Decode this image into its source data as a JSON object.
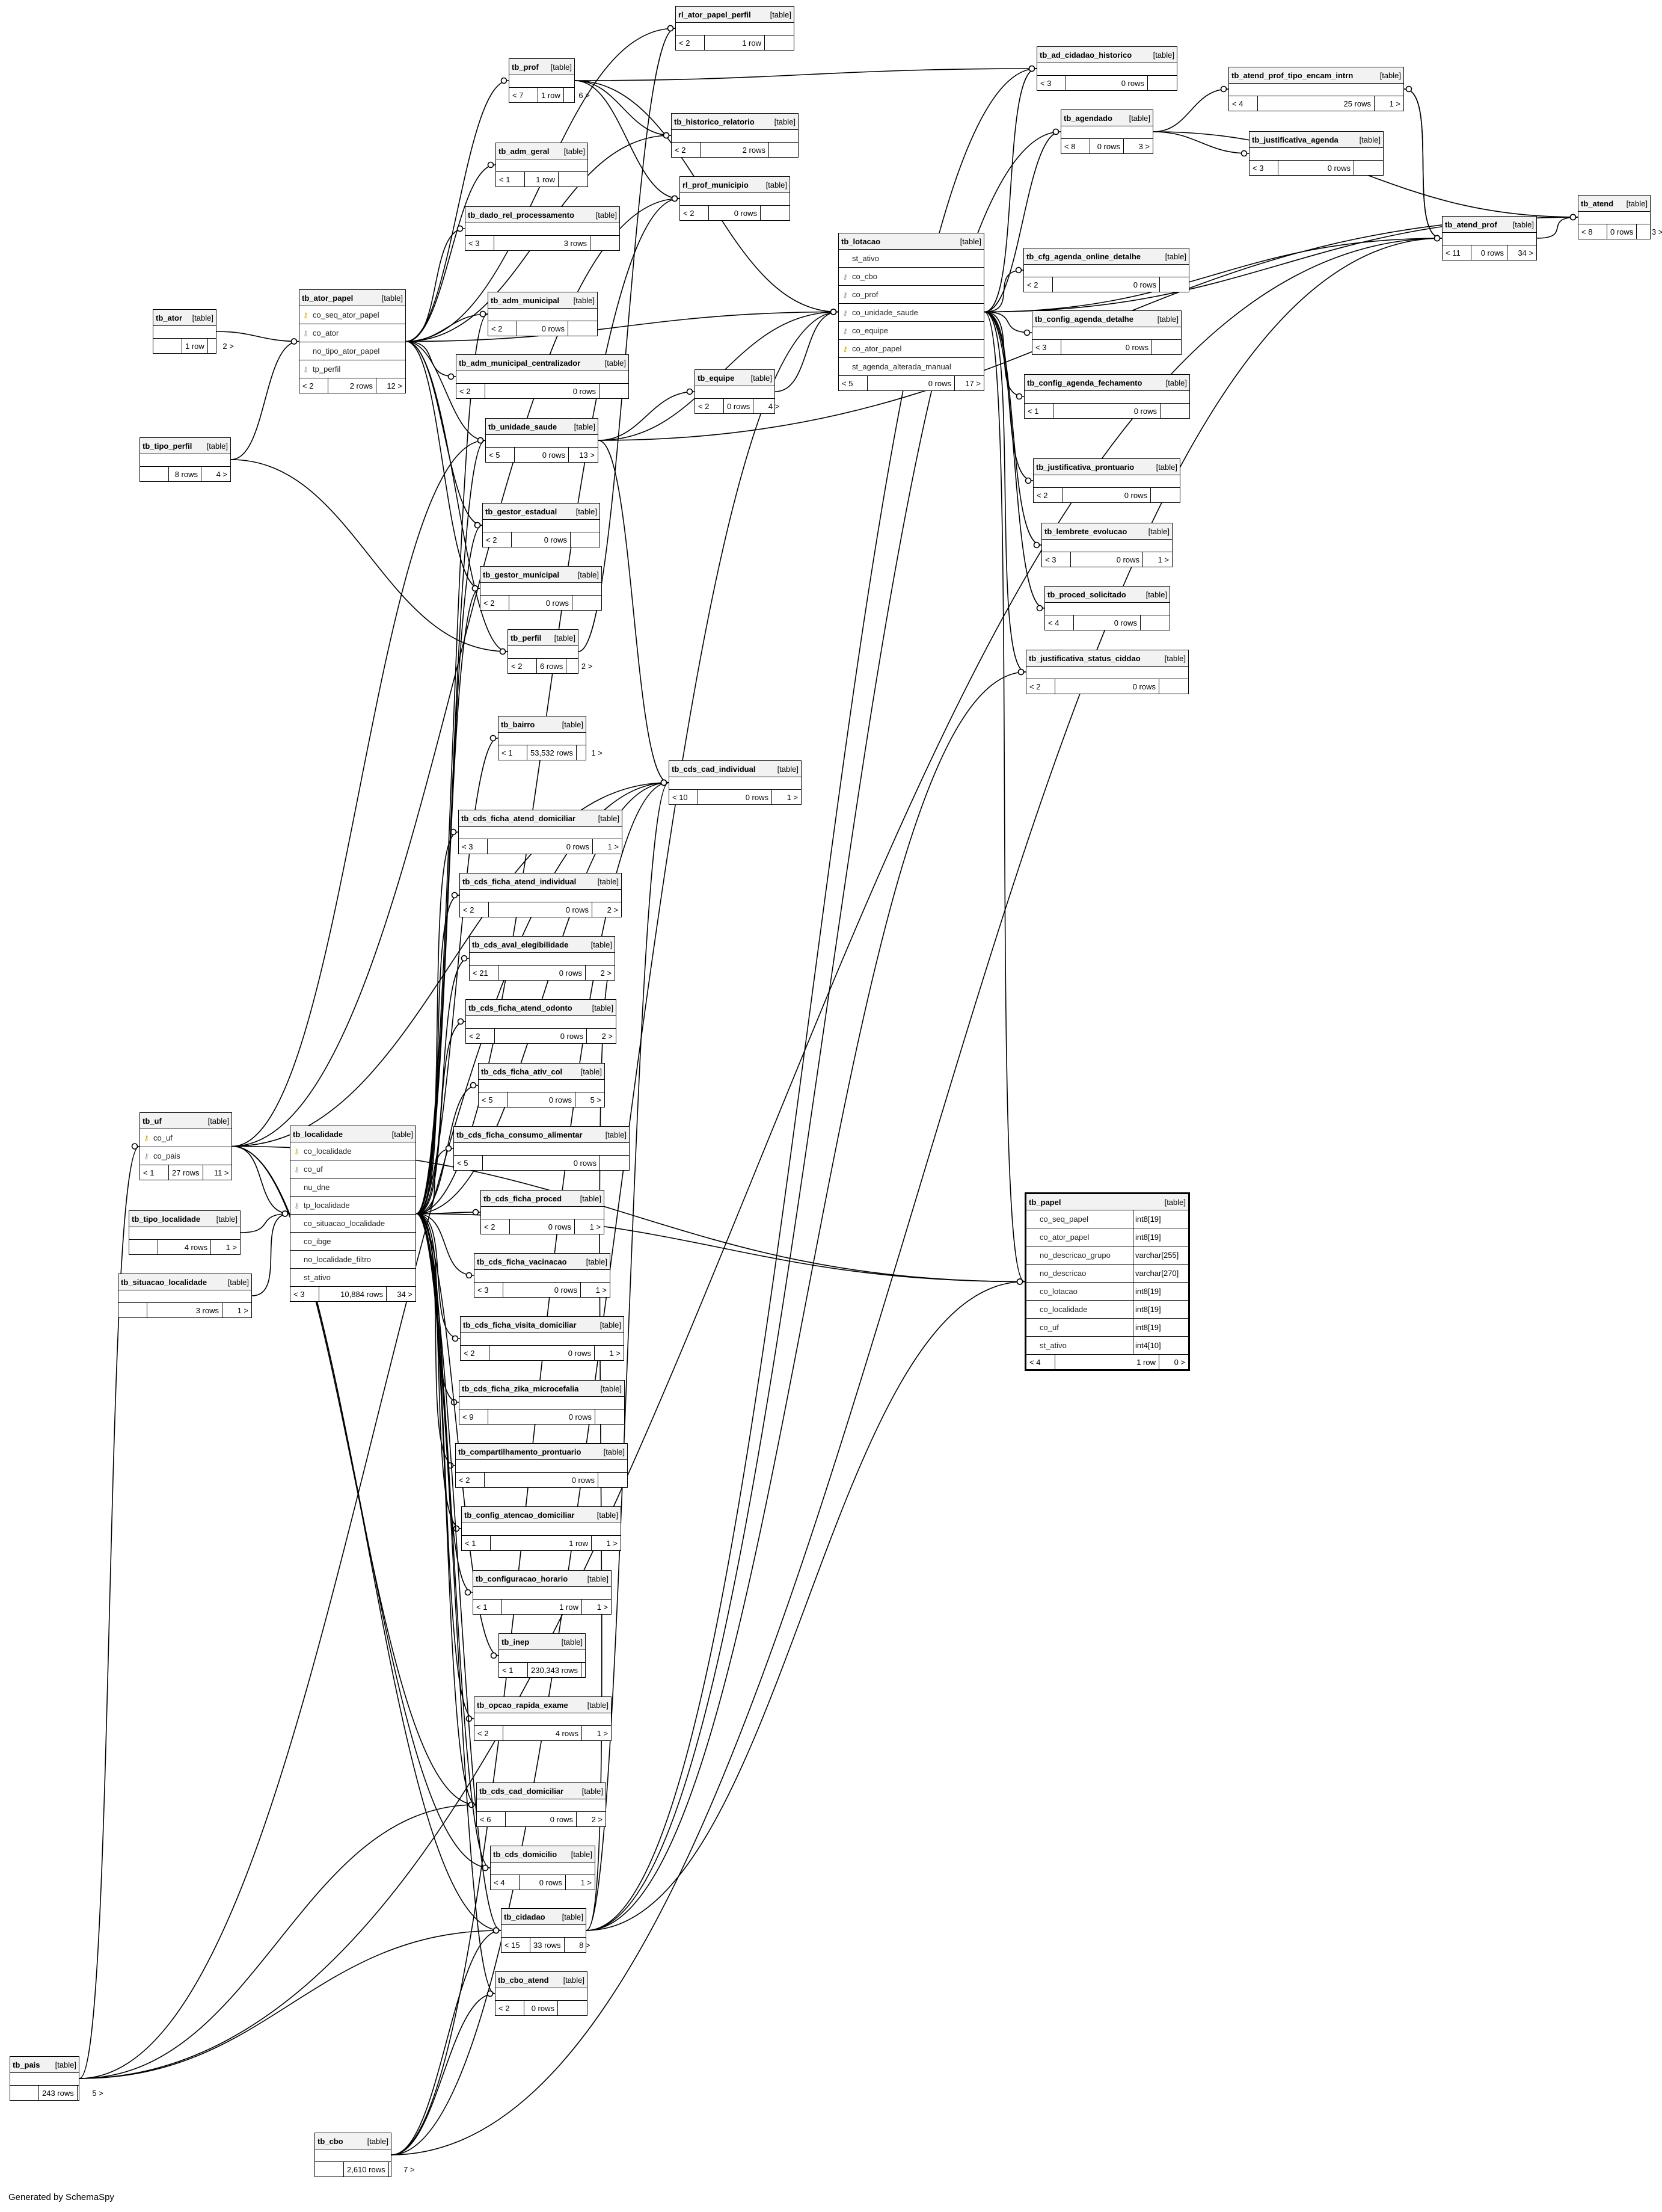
{
  "footer": "Generated by SchemaSpy",
  "kind_label": "[table]",
  "tables": [
    {
      "id": "tb_ator",
      "name": "tb_ator",
      "left": "",
      "rows": "1 row",
      "right": "2 >"
    },
    {
      "id": "tb_tipo_perfil",
      "name": "tb_tipo_perfil",
      "left": "",
      "rows": "8 rows",
      "right": "4 >"
    },
    {
      "id": "tb_ator_papel",
      "name": "tb_ator_papel",
      "left": "< 2",
      "rows": "2 rows",
      "right": "12 >",
      "columns": [
        {
          "name": "co_seq_ator_papel",
          "key": "pk"
        },
        {
          "name": "co_ator",
          "key": "fk"
        },
        {
          "name": "no_tipo_ator_papel",
          "key": ""
        },
        {
          "name": "tp_perfil",
          "key": "fk"
        }
      ]
    },
    {
      "id": "rl_ator_papel_perfil",
      "name": "rl_ator_papel_perfil",
      "left": "< 2",
      "rows": "1 row",
      "right": ""
    },
    {
      "id": "tb_prof",
      "name": "tb_prof",
      "left": "< 7",
      "rows": "1 row",
      "right": "6 >"
    },
    {
      "id": "tb_adm_geral",
      "name": "tb_adm_geral",
      "left": "< 1",
      "rows": "1 row",
      "right": ""
    },
    {
      "id": "tb_historico_relatorio",
      "name": "tb_historico_relatorio",
      "left": "< 2",
      "rows": "2 rows",
      "right": ""
    },
    {
      "id": "rl_prof_municipio",
      "name": "rl_prof_municipio",
      "left": "< 2",
      "rows": "0 rows",
      "right": ""
    },
    {
      "id": "tb_dado_rel_processamento",
      "name": "tb_dado_rel_processamento",
      "left": "< 3",
      "rows": "3 rows",
      "right": ""
    },
    {
      "id": "tb_adm_municipal",
      "name": "tb_adm_municipal",
      "left": "< 2",
      "rows": "0 rows",
      "right": ""
    },
    {
      "id": "tb_adm_municipal_centralizador",
      "name": "tb_adm_municipal_centralizador",
      "left": "< 2",
      "rows": "0 rows",
      "right": ""
    },
    {
      "id": "tb_equipe",
      "name": "tb_equipe",
      "left": "< 2",
      "rows": "0 rows",
      "right": "4 >"
    },
    {
      "id": "tb_unidade_saude",
      "name": "tb_unidade_saude",
      "left": "< 5",
      "rows": "0 rows",
      "right": "13 >"
    },
    {
      "id": "tb_gestor_estadual",
      "name": "tb_gestor_estadual",
      "left": "< 2",
      "rows": "0 rows",
      "right": ""
    },
    {
      "id": "tb_gestor_municipal",
      "name": "tb_gestor_municipal",
      "left": "< 2",
      "rows": "0 rows",
      "right": ""
    },
    {
      "id": "tb_perfil",
      "name": "tb_perfil",
      "left": "< 2",
      "rows": "6 rows",
      "right": "2 >"
    },
    {
      "id": "tb_bairro",
      "name": "tb_bairro",
      "left": "< 1",
      "rows": "53,532 rows",
      "right": "1 >"
    },
    {
      "id": "tb_cds_cad_individual",
      "name": "tb_cds_cad_individual",
      "left": "< 10",
      "rows": "0 rows",
      "right": "1 >"
    },
    {
      "id": "tb_cds_ficha_atend_domiciliar",
      "name": "tb_cds_ficha_atend_domiciliar",
      "left": "< 3",
      "rows": "0 rows",
      "right": "1 >"
    },
    {
      "id": "tb_cds_ficha_atend_individual",
      "name": "tb_cds_ficha_atend_individual",
      "left": "< 2",
      "rows": "0 rows",
      "right": "2 >"
    },
    {
      "id": "tb_cds_aval_elegibilidade",
      "name": "tb_cds_aval_elegibilidade",
      "left": "< 21",
      "rows": "0 rows",
      "right": "2 >"
    },
    {
      "id": "tb_cds_ficha_atend_odonto",
      "name": "tb_cds_ficha_atend_odonto",
      "left": "< 2",
      "rows": "0 rows",
      "right": "2 >"
    },
    {
      "id": "tb_cds_ficha_ativ_col",
      "name": "tb_cds_ficha_ativ_col",
      "left": "< 5",
      "rows": "0 rows",
      "right": "5 >"
    },
    {
      "id": "tb_cds_ficha_consumo_alimentar",
      "name": "tb_cds_ficha_consumo_alimentar",
      "left": "< 5",
      "rows": "0 rows",
      "right": ""
    },
    {
      "id": "tb_cds_ficha_proced",
      "name": "tb_cds_ficha_proced",
      "left": "< 2",
      "rows": "0 rows",
      "right": "1 >"
    },
    {
      "id": "tb_cds_ficha_vacinacao",
      "name": "tb_cds_ficha_vacinacao",
      "left": "< 3",
      "rows": "0 rows",
      "right": "1 >"
    },
    {
      "id": "tb_cds_ficha_visita_domiciliar",
      "name": "tb_cds_ficha_visita_domiciliar",
      "left": "< 2",
      "rows": "0 rows",
      "right": "1 >"
    },
    {
      "id": "tb_cds_ficha_zika_microcefalia",
      "name": "tb_cds_ficha_zika_microcefalia",
      "left": "< 9",
      "rows": "0 rows",
      "right": ""
    },
    {
      "id": "tb_compartilhamento_prontuario",
      "name": "tb_compartilhamento_prontuario",
      "left": "< 2",
      "rows": "0 rows",
      "right": ""
    },
    {
      "id": "tb_config_atencao_domiciliar",
      "name": "tb_config_atencao_domiciliar",
      "left": "< 1",
      "rows": "1 row",
      "right": "1 >"
    },
    {
      "id": "tb_configuracao_horario",
      "name": "tb_configuracao_horario",
      "left": "< 1",
      "rows": "1 row",
      "right": "1 >"
    },
    {
      "id": "tb_inep",
      "name": "tb_inep",
      "left": "< 1",
      "rows": "230,343 rows",
      "right": ""
    },
    {
      "id": "tb_opcao_rapida_exame",
      "name": "tb_opcao_rapida_exame",
      "left": "< 2",
      "rows": "4 rows",
      "right": "1 >"
    },
    {
      "id": "tb_cds_cad_domiciliar",
      "name": "tb_cds_cad_domiciliar",
      "left": "< 6",
      "rows": "0 rows",
      "right": "2 >"
    },
    {
      "id": "tb_cds_domicilio",
      "name": "tb_cds_domicilio",
      "left": "< 4",
      "rows": "0 rows",
      "right": "1 >"
    },
    {
      "id": "tb_cidadao",
      "name": "tb_cidadao",
      "left": "< 15",
      "rows": "33 rows",
      "right": "8 >"
    },
    {
      "id": "tb_cbo_atend",
      "name": "tb_cbo_atend",
      "left": "< 2",
      "rows": "0 rows",
      "right": ""
    },
    {
      "id": "tb_uf",
      "name": "tb_uf",
      "left": "< 1",
      "rows": "27 rows",
      "right": "11 >",
      "columns": [
        {
          "name": "co_uf",
          "key": "pk"
        },
        {
          "name": "co_pais",
          "key": "fk"
        }
      ]
    },
    {
      "id": "tb_tipo_localidade",
      "name": "tb_tipo_localidade",
      "left": "",
      "rows": "4 rows",
      "right": "1 >"
    },
    {
      "id": "tb_situacao_localidade",
      "name": "tb_situacao_localidade",
      "left": "",
      "rows": "3 rows",
      "right": "1 >"
    },
    {
      "id": "tb_localidade",
      "name": "tb_localidade",
      "left": "< 3",
      "rows": "10,884 rows",
      "right": "34 >",
      "columns": [
        {
          "name": "co_localidade",
          "key": "pk"
        },
        {
          "name": "co_uf",
          "key": "fk"
        },
        {
          "name": "nu_dne",
          "key": ""
        },
        {
          "name": "tp_localidade",
          "key": "fk"
        },
        {
          "name": "co_situacao_localidade",
          "key": ""
        },
        {
          "name": "co_ibge",
          "key": ""
        },
        {
          "name": "no_localidade_filtro",
          "key": ""
        },
        {
          "name": "st_ativo",
          "key": ""
        }
      ]
    },
    {
      "id": "tb_pais",
      "name": "tb_pais",
      "left": "",
      "rows": "243 rows",
      "right": "5 >"
    },
    {
      "id": "tb_cbo",
      "name": "tb_cbo",
      "left": "",
      "rows": "2,610 rows",
      "right": "7 >"
    },
    {
      "id": "tb_lotacao",
      "name": "tb_lotacao",
      "left": "< 5",
      "rows": "0 rows",
      "right": "17 >",
      "columns": [
        {
          "name": "st_ativo",
          "key": ""
        },
        {
          "name": "co_cbo",
          "key": "fk"
        },
        {
          "name": "co_prof",
          "key": "fk"
        },
        {
          "name": "co_unidade_saude",
          "key": "fk"
        },
        {
          "name": "co_equipe",
          "key": "fk"
        },
        {
          "name": "co_ator_papel",
          "key": "pk"
        },
        {
          "name": "st_agenda_alterada_manual",
          "key": ""
        }
      ]
    },
    {
      "id": "tb_ad_cidadao_historico",
      "name": "tb_ad_cidadao_historico",
      "left": "< 3",
      "rows": "0 rows",
      "right": ""
    },
    {
      "id": "tb_agendado",
      "name": "tb_agendado",
      "left": "< 8",
      "rows": "0 rows",
      "right": "3 >"
    },
    {
      "id": "tb_atend_prof_tipo_encam_intrn",
      "name": "tb_atend_prof_tipo_encam_intrn",
      "left": "< 4",
      "rows": "25 rows",
      "right": "1 >"
    },
    {
      "id": "tb_justificativa_agenda",
      "name": "tb_justificativa_agenda",
      "left": "< 3",
      "rows": "0 rows",
      "right": ""
    },
    {
      "id": "tb_atend",
      "name": "tb_atend",
      "left": "< 8",
      "rows": "0 rows",
      "right": "3 >"
    },
    {
      "id": "tb_atend_prof",
      "name": "tb_atend_prof",
      "left": "< 11",
      "rows": "0 rows",
      "right": "34 >"
    },
    {
      "id": "tb_cfg_agenda_online_detalhe",
      "name": "tb_cfg_agenda_online_detalhe",
      "left": "< 2",
      "rows": "0 rows",
      "right": ""
    },
    {
      "id": "tb_config_agenda_detalhe",
      "name": "tb_config_agenda_detalhe",
      "left": "< 3",
      "rows": "0 rows",
      "right": ""
    },
    {
      "id": "tb_config_agenda_fechamento",
      "name": "tb_config_agenda_fechamento",
      "left": "< 1",
      "rows": "0 rows",
      "right": ""
    },
    {
      "id": "tb_justificativa_prontuario",
      "name": "tb_justificativa_prontuario",
      "left": "< 2",
      "rows": "0 rows",
      "right": ""
    },
    {
      "id": "tb_lembrete_evolucao",
      "name": "tb_lembrete_evolucao",
      "left": "< 3",
      "rows": "0 rows",
      "right": "1 >"
    },
    {
      "id": "tb_proced_solicitado",
      "name": "tb_proced_solicitado",
      "left": "< 4",
      "rows": "0 rows",
      "right": ""
    },
    {
      "id": "tb_justificativa_status_ciddao",
      "name": "tb_justificativa_status_ciddao",
      "left": "< 2",
      "rows": "0 rows",
      "right": ""
    },
    {
      "id": "tb_papel",
      "name": "tb_papel",
      "left": "< 4",
      "rows": "1 row",
      "right": "0 >",
      "selected": true,
      "columns": [
        {
          "name": "co_seq_papel",
          "key": "",
          "type": "int8[19]"
        },
        {
          "name": "co_ator_papel",
          "key": "",
          "type": "int8[19]"
        },
        {
          "name": "no_descricao_grupo",
          "key": "",
          "type": "varchar[255]"
        },
        {
          "name": "no_descricao",
          "key": "",
          "type": "varchar[270]"
        },
        {
          "name": "co_lotacao",
          "key": "",
          "type": "int8[19]"
        },
        {
          "name": "co_localidade",
          "key": "",
          "type": "int8[19]"
        },
        {
          "name": "co_uf",
          "key": "",
          "type": "int8[19]"
        },
        {
          "name": "st_ativo",
          "key": "",
          "type": "int4[10]"
        }
      ]
    }
  ],
  "relationships": [
    [
      "tb_ator",
      "tb_ator_papel"
    ],
    [
      "tb_tipo_perfil",
      "tb_ator_papel"
    ],
    [
      "tb_tipo_perfil",
      "tb_perfil"
    ],
    [
      "tb_ator_papel",
      "rl_ator_papel_perfil"
    ],
    [
      "tb_ator_papel",
      "tb_prof"
    ],
    [
      "tb_ator_papel",
      "tb_adm_geral"
    ],
    [
      "tb_ator_papel",
      "tb_historico_relatorio"
    ],
    [
      "tb_ator_papel",
      "tb_dado_rel_processamento"
    ],
    [
      "tb_ator_papel",
      "tb_adm_municipal"
    ],
    [
      "tb_ator_papel",
      "tb_adm_municipal_centralizador"
    ],
    [
      "tb_ator_papel",
      "tb_unidade_saude"
    ],
    [
      "tb_ator_papel",
      "tb_gestor_estadual"
    ],
    [
      "tb_ator_papel",
      "tb_gestor_municipal"
    ],
    [
      "tb_ator_papel",
      "tb_perfil"
    ],
    [
      "tb_ator_papel",
      "tb_lotacao"
    ],
    [
      "tb_prof",
      "tb_lotacao"
    ],
    [
      "tb_prof",
      "rl_prof_municipio"
    ],
    [
      "tb_prof",
      "tb_ad_cidadao_historico"
    ],
    [
      "tb_prof",
      "tb_historico_relatorio"
    ],
    [
      "tb_perfil",
      "rl_ator_papel_perfil"
    ],
    [
      "tb_unidade_saude",
      "tb_equipe"
    ],
    [
      "tb_unidade_saude",
      "tb_lotacao"
    ],
    [
      "tb_unidade_saude",
      "tb_cds_cad_individual"
    ],
    [
      "tb_unidade_saude",
      "tb_atend"
    ],
    [
      "tb_equipe",
      "tb_lotacao"
    ],
    [
      "tb_lotacao",
      "tb_ad_cidadao_historico"
    ],
    [
      "tb_lotacao",
      "tb_agendado"
    ],
    [
      "tb_lotacao",
      "tb_atend_prof"
    ],
    [
      "tb_lotacao",
      "tb_cfg_agenda_online_detalhe"
    ],
    [
      "tb_lotacao",
      "tb_config_agenda_detalhe"
    ],
    [
      "tb_lotacao",
      "tb_config_agenda_fechamento"
    ],
    [
      "tb_lotacao",
      "tb_justificativa_prontuario"
    ],
    [
      "tb_lotacao",
      "tb_lembrete_evolucao"
    ],
    [
      "tb_lotacao",
      "tb_proced_solicitado"
    ],
    [
      "tb_lotacao",
      "tb_justificativa_status_ciddao"
    ],
    [
      "tb_lotacao",
      "tb_papel"
    ],
    [
      "tb_lotacao",
      "tb_atend"
    ],
    [
      "tb_agendado",
      "tb_atend_prof_tipo_encam_intrn"
    ],
    [
      "tb_agendado",
      "tb_justificativa_agenda"
    ],
    [
      "tb_agendado",
      "tb_atend"
    ],
    [
      "tb_atend_prof_tipo_encam_intrn",
      "tb_atend_prof"
    ],
    [
      "tb_atend_prof",
      "tb_atend"
    ],
    [
      "tb_atend_prof",
      "tb_atend_prof_tipo_encam_intrn"
    ],
    [
      "tb_uf",
      "tb_localidade"
    ],
    [
      "tb_uf",
      "tb_unidade_saude"
    ],
    [
      "tb_uf",
      "tb_cds_cad_individual"
    ],
    [
      "tb_uf",
      "tb_cidadao"
    ],
    [
      "tb_uf",
      "tb_cds_domicilio"
    ],
    [
      "tb_uf",
      "tb_papel"
    ],
    [
      "tb_uf",
      "rl_prof_municipio"
    ],
    [
      "tb_uf",
      "tb_cds_cad_domiciliar"
    ],
    [
      "tb_pais",
      "tb_uf"
    ],
    [
      "tb_pais",
      "tb_cidadao"
    ],
    [
      "tb_pais",
      "tb_cds_cad_individual"
    ],
    [
      "tb_pais",
      "tb_atend_prof"
    ],
    [
      "tb_pais",
      "tb_cds_cad_domiciliar"
    ],
    [
      "tb_tipo_localidade",
      "tb_localidade"
    ],
    [
      "tb_situacao_localidade",
      "tb_localidade"
    ],
    [
      "tb_localidade",
      "tb_bairro"
    ],
    [
      "tb_localidade",
      "tb_cds_cad_individual"
    ],
    [
      "tb_localidade",
      "tb_cds_ficha_atend_domiciliar"
    ],
    [
      "tb_localidade",
      "tb_cds_ficha_atend_individual"
    ],
    [
      "tb_localidade",
      "tb_cds_aval_elegibilidade"
    ],
    [
      "tb_localidade",
      "tb_cds_ficha_atend_odonto"
    ],
    [
      "tb_localidade",
      "tb_cds_ficha_ativ_col"
    ],
    [
      "tb_localidade",
      "tb_cds_ficha_consumo_alimentar"
    ],
    [
      "tb_localidade",
      "tb_cds_ficha_proced"
    ],
    [
      "tb_localidade",
      "tb_cds_ficha_vacinacao"
    ],
    [
      "tb_localidade",
      "tb_cds_ficha_visita_domiciliar"
    ],
    [
      "tb_localidade",
      "tb_cds_ficha_zika_microcefalia"
    ],
    [
      "tb_localidade",
      "tb_compartilhamento_prontuario"
    ],
    [
      "tb_localidade",
      "tb_config_atencao_domiciliar"
    ],
    [
      "tb_localidade",
      "tb_configuracao_horario"
    ],
    [
      "tb_localidade",
      "tb_inep"
    ],
    [
      "tb_localidade",
      "tb_opcao_rapida_exame"
    ],
    [
      "tb_localidade",
      "tb_cds_cad_domiciliar"
    ],
    [
      "tb_localidade",
      "tb_cds_domicilio"
    ],
    [
      "tb_localidade",
      "tb_cidadao"
    ],
    [
      "tb_localidade",
      "tb_unidade_saude"
    ],
    [
      "tb_localidade",
      "tb_papel"
    ],
    [
      "tb_localidade",
      "rl_prof_municipio"
    ],
    [
      "tb_localidade",
      "tb_adm_municipal"
    ],
    [
      "tb_localidade",
      "tb_gestor_municipal"
    ],
    [
      "tb_localidade",
      "tb_gestor_estadual"
    ],
    [
      "tb_localidade",
      "tb_cbo_atend"
    ],
    [
      "tb_cbo",
      "tb_lotacao"
    ],
    [
      "tb_cbo",
      "tb_cbo_atend"
    ],
    [
      "tb_cbo",
      "tb_cidadao"
    ],
    [
      "tb_cbo",
      "tb_cds_cad_individual"
    ],
    [
      "tb_cbo",
      "tb_atend_prof"
    ],
    [
      "tb_cidadao",
      "tb_cds_cad_individual"
    ],
    [
      "tb_cidadao",
      "tb_agendado"
    ],
    [
      "tb_cidadao",
      "tb_ad_cidadao_historico"
    ],
    [
      "tb_cidadao",
      "tb_cds_aval_elegibilidade"
    ],
    [
      "tb_cidadao",
      "tb_justificativa_status_ciddao"
    ],
    [
      "tb_cidadao",
      "tb_papel"
    ]
  ]
}
